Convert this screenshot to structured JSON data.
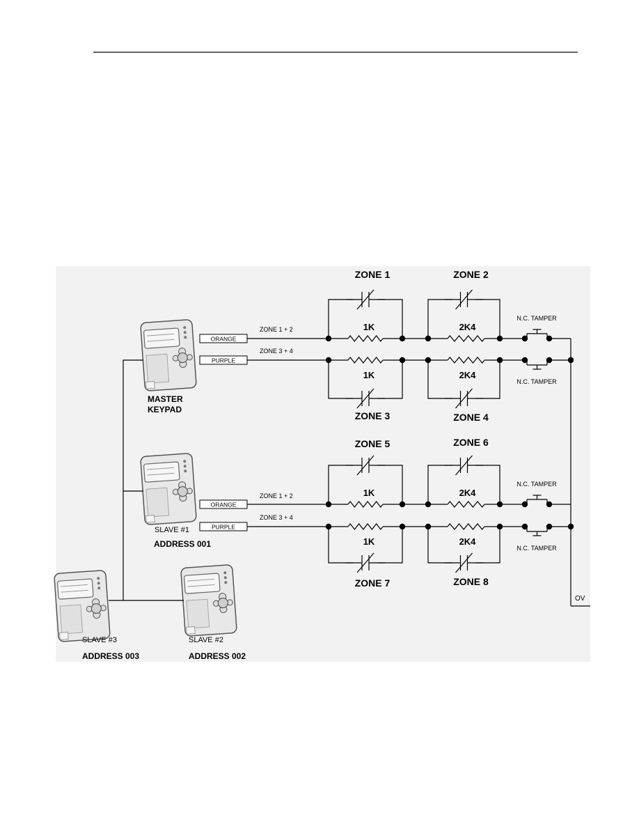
{
  "header_rule": true,
  "keypads": {
    "master": {
      "line1": "MASTER",
      "line2": "KEYPAD"
    },
    "slave1": {
      "label": "SLAVE #1",
      "address": "ADDRESS 001"
    },
    "slave2": {
      "label": "SLAVE #2",
      "address": "ADDRESS 002"
    },
    "slave3": {
      "label": "SLAVE #3",
      "address": "ADDRESS 003"
    }
  },
  "wires": {
    "orange": "ORANGE",
    "purple": "PURPLE"
  },
  "circuit_labels": {
    "zone12": "ZONE 1 + 2",
    "zone34": "ZONE 3 + 4"
  },
  "zones": [
    "ZONE 1",
    "ZONE 2",
    "ZONE 3",
    "ZONE 4",
    "ZONE 5",
    "ZONE 6",
    "ZONE 7",
    "ZONE 8"
  ],
  "resistors": {
    "r1": "1K",
    "r2": "2K4"
  },
  "tamper": "N.C. TAMPER",
  "ground": "OV",
  "colors": {
    "line": "#000000",
    "panel": "#f2f2f2",
    "keypad_body": "#e8e8e8"
  }
}
